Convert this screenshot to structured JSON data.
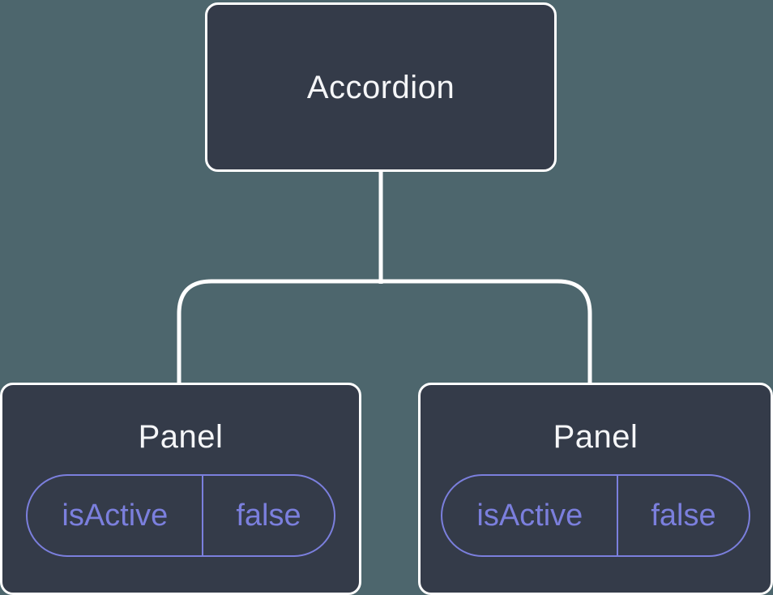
{
  "colors": {
    "background": "#4D666D",
    "node_fill": "#343B49",
    "node_border": "#FFFFFF",
    "connector": "#FFFFFF",
    "accent_purple": "#7B7FDD",
    "title_text": "#F5F6F8"
  },
  "tree": {
    "root": {
      "title": "Accordion"
    },
    "children": [
      {
        "title": "Panel",
        "state": {
          "key": "isActive",
          "value": "false"
        }
      },
      {
        "title": "Panel",
        "state": {
          "key": "isActive",
          "value": "false"
        }
      }
    ]
  }
}
